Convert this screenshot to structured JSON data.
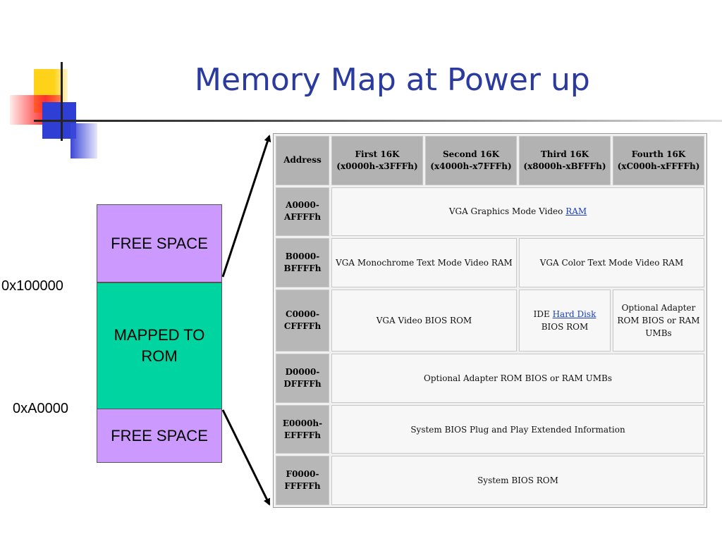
{
  "title": "Memory Map at Power up",
  "memory_stack": {
    "blocks": [
      {
        "label": "FREE SPACE"
      },
      {
        "label": "MAPPED TO ROM"
      },
      {
        "label": "FREE SPACE"
      }
    ],
    "boundaries": [
      "0x100000",
      "0xA0000"
    ]
  },
  "table": {
    "headers": {
      "address": "Address",
      "col1_title": "First 16K",
      "col1_range": "(x0000h-x3FFFh)",
      "col2_title": "Second 16K",
      "col2_range": "(x4000h-x7FFFh)",
      "col3_title": "Third 16K",
      "col3_range": "(x8000h-xBFFFh)",
      "col4_title": "Fourth 16K",
      "col4_range": "(xC000h-xFFFFh)"
    },
    "rows": {
      "a": {
        "addr_start": "A0000-",
        "addr_end": "AFFFFh",
        "text": "VGA Graphics Mode Video ",
        "link": "RAM"
      },
      "b": {
        "addr_start": "B0000-",
        "addr_end": "BFFFFh",
        "text1": "VGA Monochrome Text Mode Video RAM",
        "text2": "VGA Color Text Mode Video RAM"
      },
      "c": {
        "addr_start": "C0000-",
        "addr_end": "CFFFFh",
        "text1": "VGA Video BIOS ROM",
        "text2_pre": "IDE ",
        "text2_link": "Hard Disk",
        "text2_post": "BIOS ROM",
        "text3": "Optional Adapter ROM BIOS or RAM UMBs"
      },
      "d": {
        "addr_start": "D0000-",
        "addr_end": "DFFFFh",
        "text": "Optional Adapter ROM BIOS or RAM UMBs"
      },
      "e": {
        "addr_start": "E0000h-",
        "addr_end": "EFFFFh",
        "text": "System BIOS Plug and Play Extended Information"
      },
      "f": {
        "addr_start": "F0000-",
        "addr_end": "FFFFFh",
        "text": "System BIOS ROM"
      }
    }
  },
  "colors": {
    "title": "#2a3a9e",
    "free_space": "#cc99ff",
    "mapped": "#00d4a0"
  }
}
